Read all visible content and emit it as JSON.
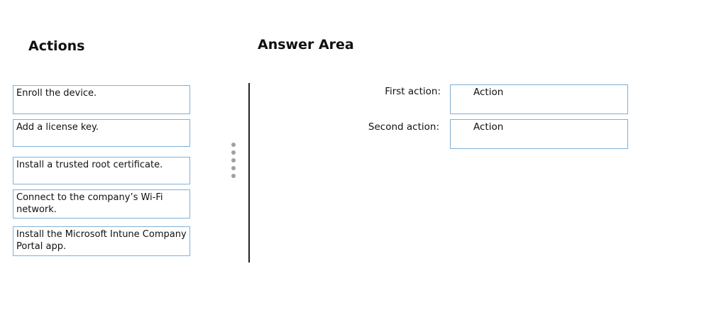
{
  "actions": {
    "heading": "Actions",
    "items": [
      {
        "label": "Enroll the device."
      },
      {
        "label": "Add a license key."
      },
      {
        "label": "Install a trusted root certificate."
      },
      {
        "label": "Connect to the company’s Wi-Fi network."
      },
      {
        "label": "Install the Microsoft Intune Company Portal app."
      }
    ]
  },
  "answer_area": {
    "heading": "Answer Area",
    "slots": [
      {
        "label": "First action:",
        "value": "Action"
      },
      {
        "label": "Second action:",
        "value": "Action"
      }
    ]
  },
  "colors": {
    "box_border": "#7fb0d8",
    "divider": "#222222",
    "handle_dots": "#a0a0a0"
  }
}
